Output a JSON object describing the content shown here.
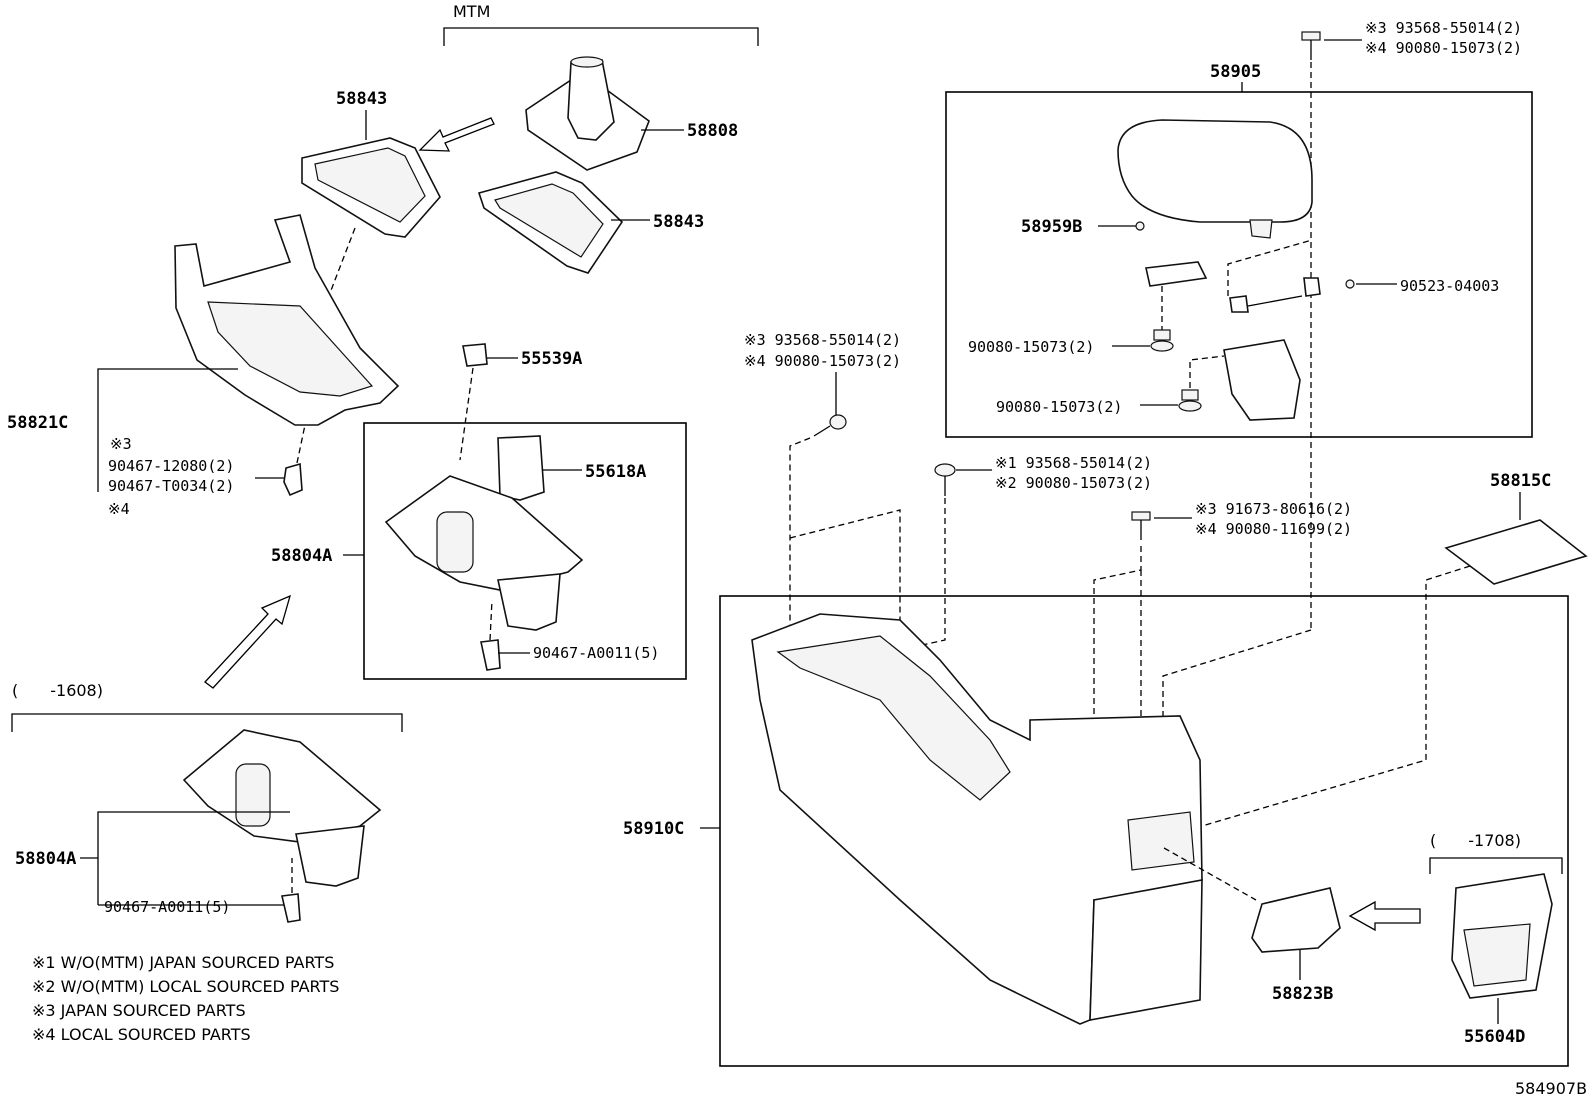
{
  "groups": {
    "mtm": "MTM",
    "until_1608": "(　　-1608)",
    "until_1708": "(　　-1708)"
  },
  "labels": {
    "p58843_top": "58843",
    "p58808": "58808",
    "p58843_mid": "58843",
    "p58821C": "58821C",
    "p55539A": "55539A",
    "p55618A": "55618A",
    "p58804A_mid": "58804A",
    "p90467A0011_mid": "90467-A0011(5)",
    "p58804A_low": "58804A",
    "p90467A0011_low": "90467-A0011(5)",
    "p58905": "58905",
    "p58959B": "58959B",
    "p90523": "90523-04003",
    "p90080_a": "90080-15073(2)",
    "p90080_b": "90080-15073(2)",
    "p58815C": "58815C",
    "p58910C": "58910C",
    "p58823B": "58823B",
    "p55604D": "55604D",
    "ref": "584907B"
  },
  "clip_notes": {
    "n3": "※3",
    "c1": "90467-12080(2)",
    "c2": "90467-T0034(2)",
    "n4": "※4"
  },
  "screw_callouts": {
    "top_right_1": "※3  93568-55014(2)",
    "top_right_2": "※4  90080-15073(2)",
    "mid_left_1": "※3  93568-55014(2)",
    "mid_left_2": "※4  90080-15073(2)",
    "center_1": "※1  93568-55014(2)",
    "center_2": "※2  90080-15073(2)",
    "center_r_1": "※3  91673-80616(2)",
    "center_r_2": "※4  90080-11699(2)"
  },
  "legend": [
    "※1 W/O(MTM) JAPAN SOURCED PARTS",
    "※2 W/O(MTM) LOCAL SOURCED PARTS",
    "※3 JAPAN SOURCED PARTS",
    "※4 LOCAL SOURCED PARTS"
  ]
}
